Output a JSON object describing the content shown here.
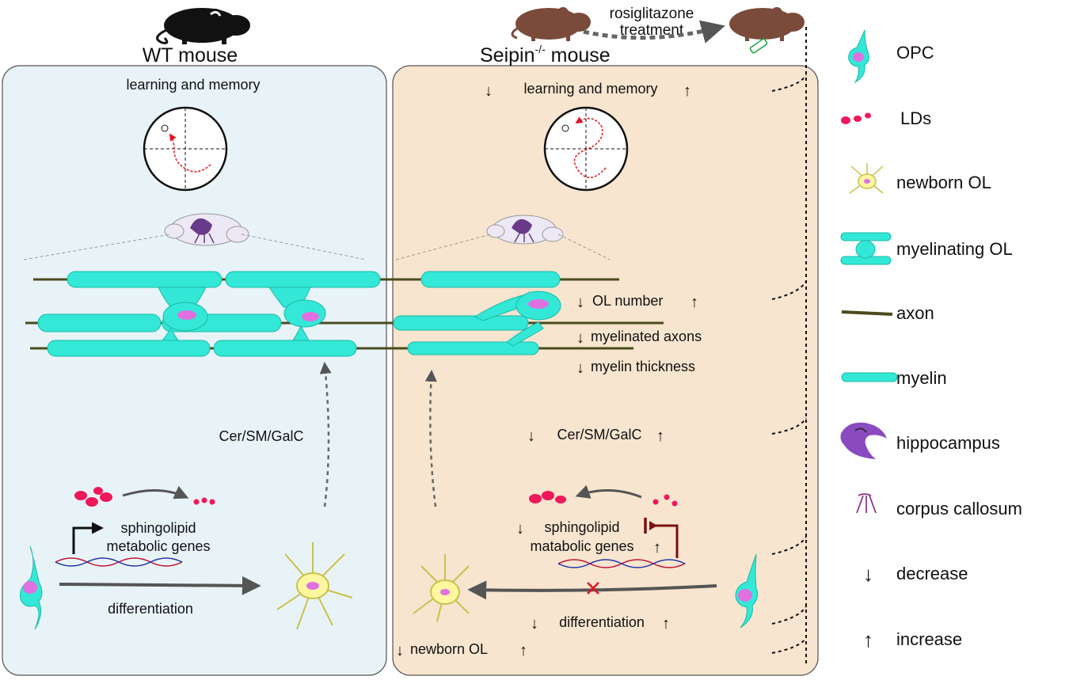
{
  "wt": {
    "title": "WT mouse",
    "learning": "learning and memory",
    "lipid": "Cer/SM/GalC",
    "genes_line1": "sphingolipid",
    "genes_line2": "metabolic genes",
    "differentiation": "differentiation"
  },
  "seipin": {
    "title_main": "Seipin",
    "title_sup": "-/-",
    "title_tail": " mouse",
    "learning": "learning and memory",
    "ol_number": "OL number",
    "myelinated_axons": "myelinated axons",
    "myelin_thickness": "myelin thickness",
    "lipid": "Cer/SM/GalC",
    "genes_line1": "sphingolipid",
    "genes_line2": "matabolic genes",
    "differentiation": "differentiation",
    "newborn": "newborn OL"
  },
  "treatment": {
    "line1": "rosiglitazone",
    "line2": "treatment"
  },
  "legend": [
    {
      "label": "OPC",
      "icon": "opc-icon"
    },
    {
      "label": "LDs",
      "icon": "lipid-droplets-icon"
    },
    {
      "label": "newborn OL",
      "icon": "newborn-ol-icon"
    },
    {
      "label": "myelinating OL",
      "icon": "myelinating-ol-icon"
    },
    {
      "label": "axon",
      "icon": "axon-icon"
    },
    {
      "label": "myelin",
      "icon": "myelin-icon"
    },
    {
      "label": "hippocampus",
      "icon": "hippocampus-icon"
    },
    {
      "label": "corpus callosum",
      "icon": "corpus-callosum-icon"
    },
    {
      "label": "decrease",
      "icon": "down-arrow-icon"
    },
    {
      "label": "increase",
      "icon": "up-arrow-icon"
    }
  ],
  "colors": {
    "wt_panel": "#e8f3f8",
    "seipin_panel": "#f7e5cf",
    "myelin": "#33e8d6",
    "axon": "#4b4b1e",
    "decrease": "#e0141e",
    "increase": "#1a9a3a",
    "treatment": "#17a043",
    "mouse_wt": "#111111",
    "mouse_seipin": "#7a4a3a"
  }
}
